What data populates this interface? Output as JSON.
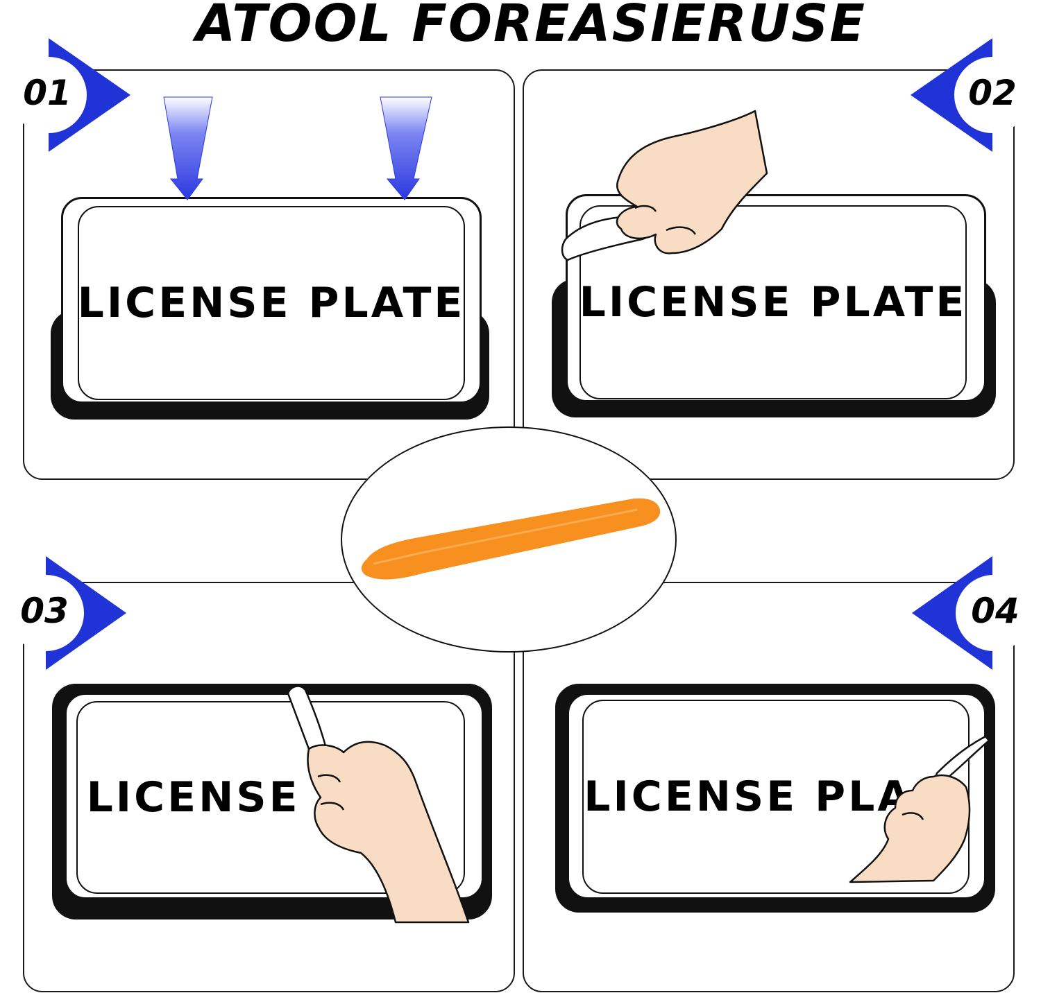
{
  "title": "ATOOL FOREASIERUSE",
  "plate_label": "LICENSE PLATE",
  "steps": [
    {
      "number": "01",
      "plate_text": "LICENSE PLATE"
    },
    {
      "number": "02",
      "plate_text": "LICENSE PLATE"
    },
    {
      "number": "03",
      "plate_text": "LICENSE P"
    },
    {
      "number": "04",
      "plate_text": "LICENSE PLA"
    }
  ],
  "colors": {
    "badge_blue": "#1f33d6",
    "arrow_blue": "#3a4cf0",
    "tool_orange": "#f7901e",
    "skin": "#f8dcc4",
    "outline": "#111111"
  },
  "icons": [
    "step-badge-arrow",
    "down-arrow-icon",
    "hand-icon",
    "pry-tool-icon"
  ]
}
